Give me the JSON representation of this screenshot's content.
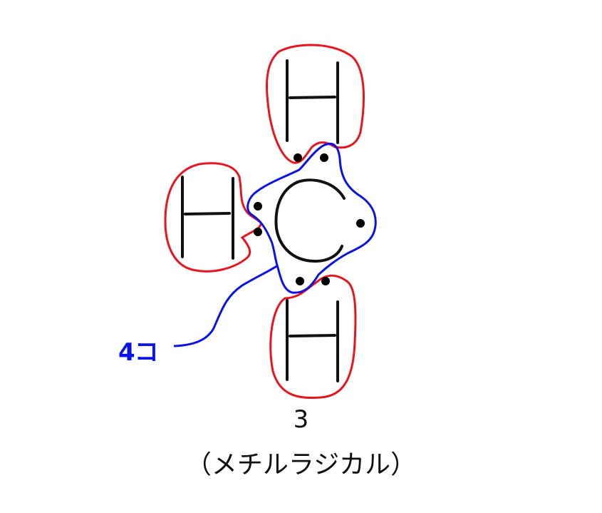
{
  "diagram": {
    "title_number": "3",
    "title_name": "（メチルラジカル）",
    "center_atom": "C",
    "outer_atoms": [
      "H",
      "H",
      "H"
    ],
    "annotation": "4コ",
    "colors": {
      "hydrogen_outline": "#e8141e",
      "carbon_outline": "#0a14e6",
      "annotation": "#0a14e6",
      "atom_stroke": "#111111",
      "electron_dot": "#000000"
    },
    "electron_count_in_carbon_shell": 7,
    "shared_pairs": 3,
    "unpaired_electrons": 1
  }
}
